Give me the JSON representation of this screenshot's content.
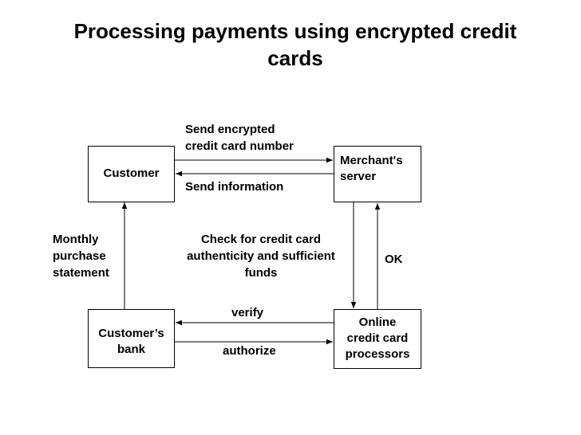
{
  "title": [
    "Processing payments using encrypted credit",
    "cards"
  ],
  "nodes": {
    "customer": [
      "Customer"
    ],
    "merchant": [
      "Merchant's",
      "server"
    ],
    "bank": [
      "Customer’s",
      "bank"
    ],
    "processor": [
      "Online",
      "credit card",
      "processors"
    ]
  },
  "edges": {
    "send_encrypted": [
      "Send encrypted",
      "credit card number"
    ],
    "send_information": [
      "Send information"
    ],
    "monthly_statement": [
      "Monthly",
      "purchase",
      "statement"
    ],
    "check_authenticity": [
      "Check for credit card",
      "authenticity and sufficient",
      "funds"
    ],
    "ok": [
      "OK"
    ],
    "verify": [
      "verify"
    ],
    "authorize": [
      "authorize"
    ]
  }
}
